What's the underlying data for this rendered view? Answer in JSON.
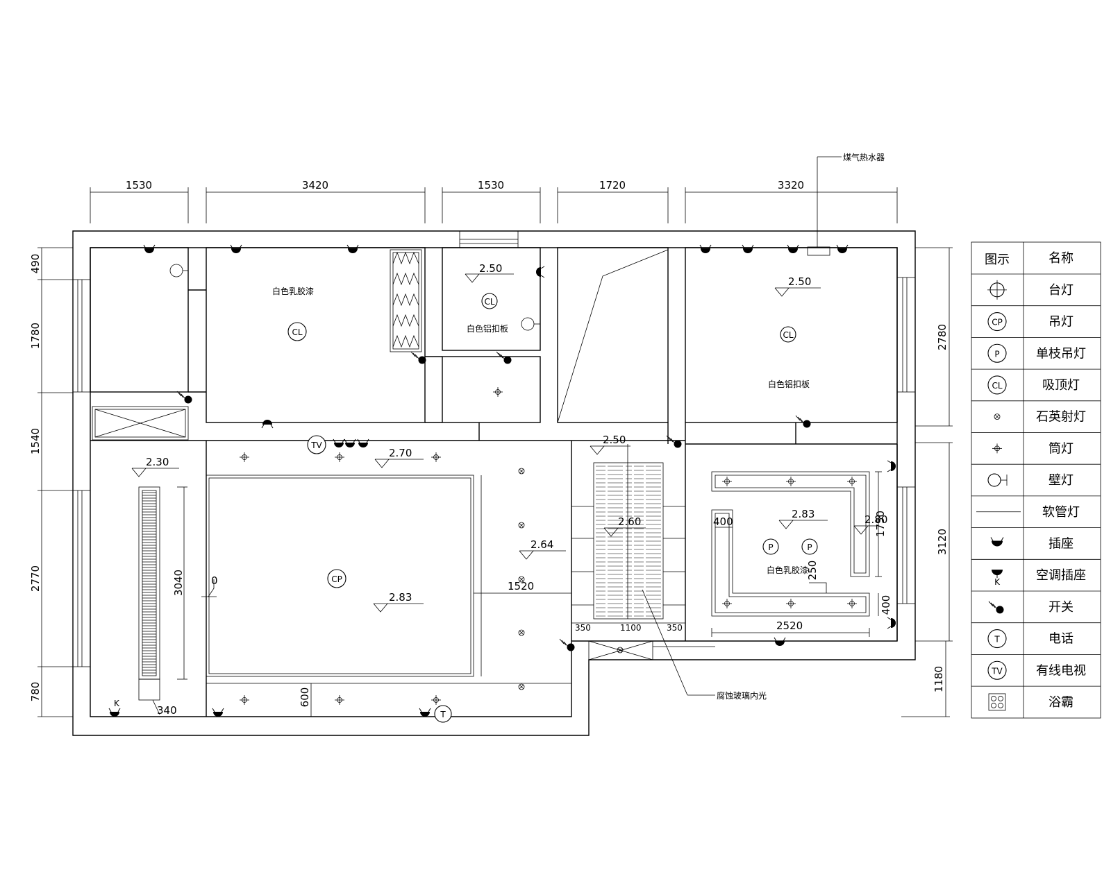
{
  "dimensions": {
    "top": [
      "1530",
      "3420",
      "1530",
      "1720",
      "3320"
    ],
    "left": [
      "490",
      "1780",
      "1540",
      "2770",
      "780"
    ],
    "right": [
      "2780",
      "3120",
      "1180"
    ]
  },
  "inner_dimensions": {
    "d3040": "3040",
    "d340": "340",
    "d600": "600",
    "d1520": "1520",
    "d350a": "350",
    "d1100": "1100",
    "d350b": "350",
    "d2520": "2520",
    "d400a": "400",
    "d400b": "400",
    "d1750": "1750",
    "d250": "250",
    "d0": "0"
  },
  "elevations": {
    "e_wc1": "2.50",
    "e_bed2": "2.50",
    "e_bal": "2.30",
    "e_liv": "2.70",
    "e_liv2": "2.83",
    "e_cor": "2.64",
    "e_hall": "2.50",
    "e_stair": "2.60",
    "e_bed3a": "2.83",
    "e_bed3b": "2.80"
  },
  "annotations": {
    "heater": "煤气热水器",
    "ceiling1": "白色乳胶漆",
    "ceiling2": "白色铝扣板",
    "ceiling3": "白色铝扣板",
    "ceiling4": "白色乳胶漆",
    "glass": "腐蚀玻璃内光"
  },
  "fixture_labels": {
    "cl": "CL",
    "cp": "CP",
    "p": "P",
    "tv": "TV",
    "t": "T",
    "k": "K"
  },
  "legend": {
    "headers": [
      "图示",
      "名称"
    ],
    "items": [
      {
        "name": "台灯",
        "icon": "desk-lamp-icon"
      },
      {
        "name": "吊灯",
        "icon": "pendant-lamp-icon"
      },
      {
        "name": "单枝吊灯",
        "icon": "single-pendant-icon"
      },
      {
        "name": "吸顶灯",
        "icon": "ceiling-lamp-icon"
      },
      {
        "name": "石英射灯",
        "icon": "quartz-spotlight-icon"
      },
      {
        "name": "筒灯",
        "icon": "downlight-icon"
      },
      {
        "name": "壁灯",
        "icon": "wall-lamp-icon"
      },
      {
        "name": "软管灯",
        "icon": "hose-light-icon"
      },
      {
        "name": "插座",
        "icon": "socket-icon"
      },
      {
        "name": "空调插座",
        "icon": "ac-socket-icon"
      },
      {
        "name": "开关",
        "icon": "switch-icon"
      },
      {
        "name": "电话",
        "icon": "telephone-icon"
      },
      {
        "name": "有线电视",
        "icon": "cable-tv-icon"
      },
      {
        "name": "浴霸",
        "icon": "bath-heater-icon"
      }
    ]
  }
}
